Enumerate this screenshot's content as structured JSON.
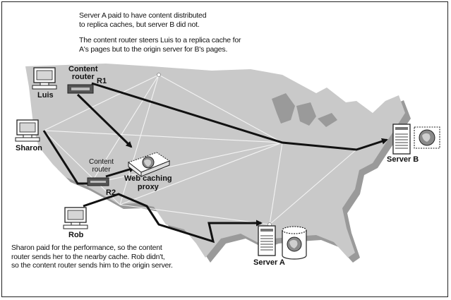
{
  "notes": {
    "top_line1": "Server A paid to have content distributed",
    "top_line2": "to replica caches, but server B did not.",
    "top_line3": "The content router steers Luis to a replica cache for",
    "top_line4": "A's pages but to the origin server for B's pages.",
    "bottom_line1": "Sharon paid for the performance, so the content",
    "bottom_line2": "router sends her to the nearby cache. Rob didn't,",
    "bottom_line3": "so the content router sends him to the origin server."
  },
  "labels": {
    "luis": "Luis",
    "sharon": "Sharon",
    "rob": "Rob",
    "content_router_r1_line1": "Content",
    "content_router_r1_line2": "router",
    "r1": "R1",
    "content_router_r2_line1": "Content",
    "content_router_r2_line2": "router",
    "r2": "R2",
    "web_caching_proxy_line1": "Web caching",
    "web_caching_proxy_line2": "proxy",
    "server_a": "Server A",
    "server_b": "Server B"
  },
  "colors": {
    "map_fill": "#c9c9c9",
    "map_shadow": "#9a9a9a",
    "thin_line": "#f4f4f4",
    "arrow": "#111111"
  }
}
